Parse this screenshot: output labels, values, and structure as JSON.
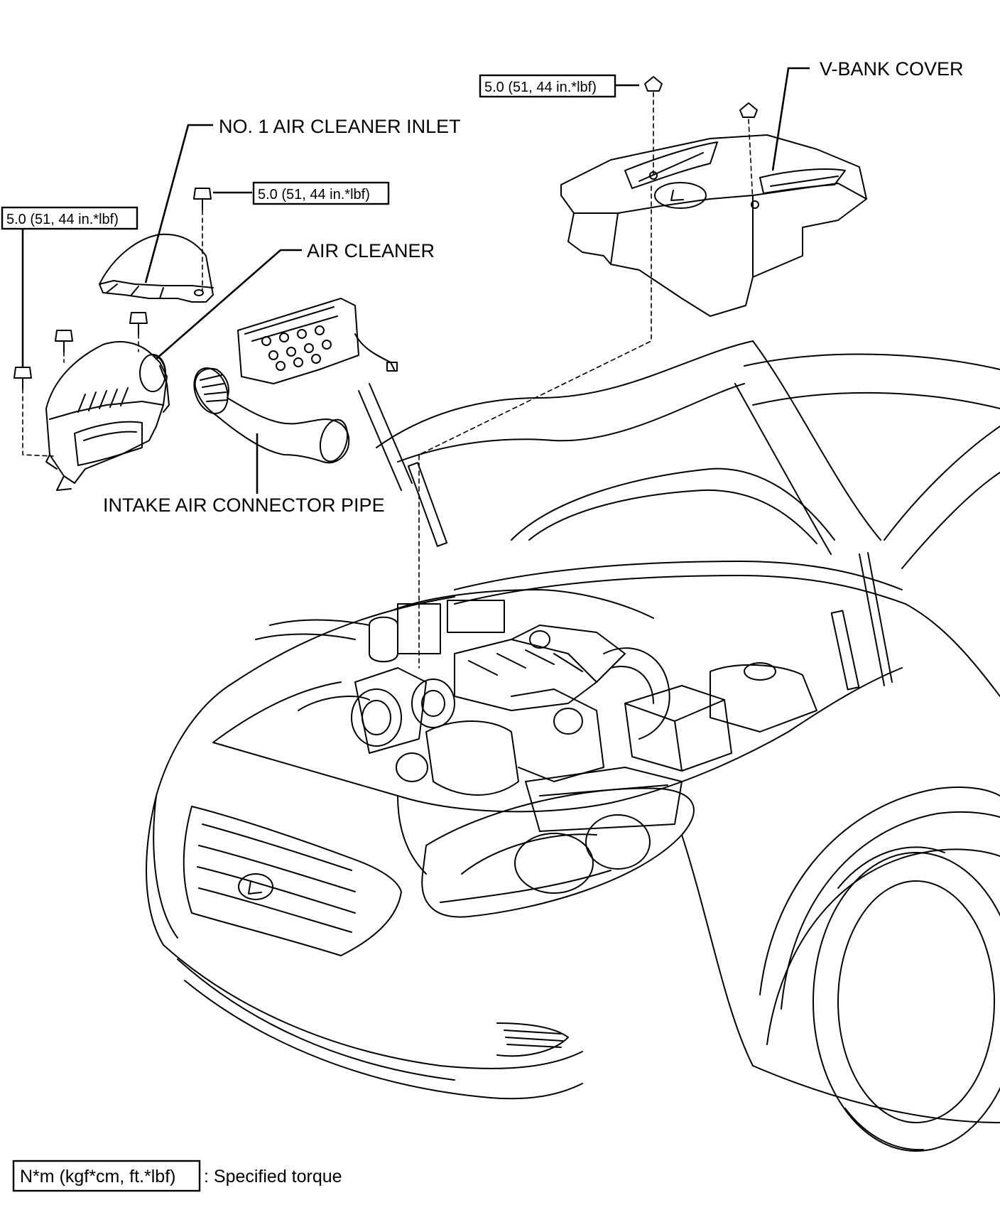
{
  "labels": {
    "v_bank_cover": "V-BANK COVER",
    "no1_air_cleaner_inlet": "NO. 1 AIR CLEANER INLET",
    "air_cleaner": "AIR CLEANER",
    "intake_air_connector_pipe": "INTAKE AIR CONNECTOR PIPE"
  },
  "torque": {
    "v_bank_cover_nut": "5.0 (51, 44 in.*lbf)",
    "inlet_bolt": "5.0 (51, 44 in.*lbf)",
    "air_cleaner_bolt": "5.0 (51, 44 in.*lbf)"
  },
  "legend": {
    "unit_box": "N*m (kgf*cm, ft.*lbf)",
    "description": ": Specified torque"
  },
  "icons": [
    "nut-icon",
    "bolt-icon",
    "lexus-emblem-icon"
  ]
}
